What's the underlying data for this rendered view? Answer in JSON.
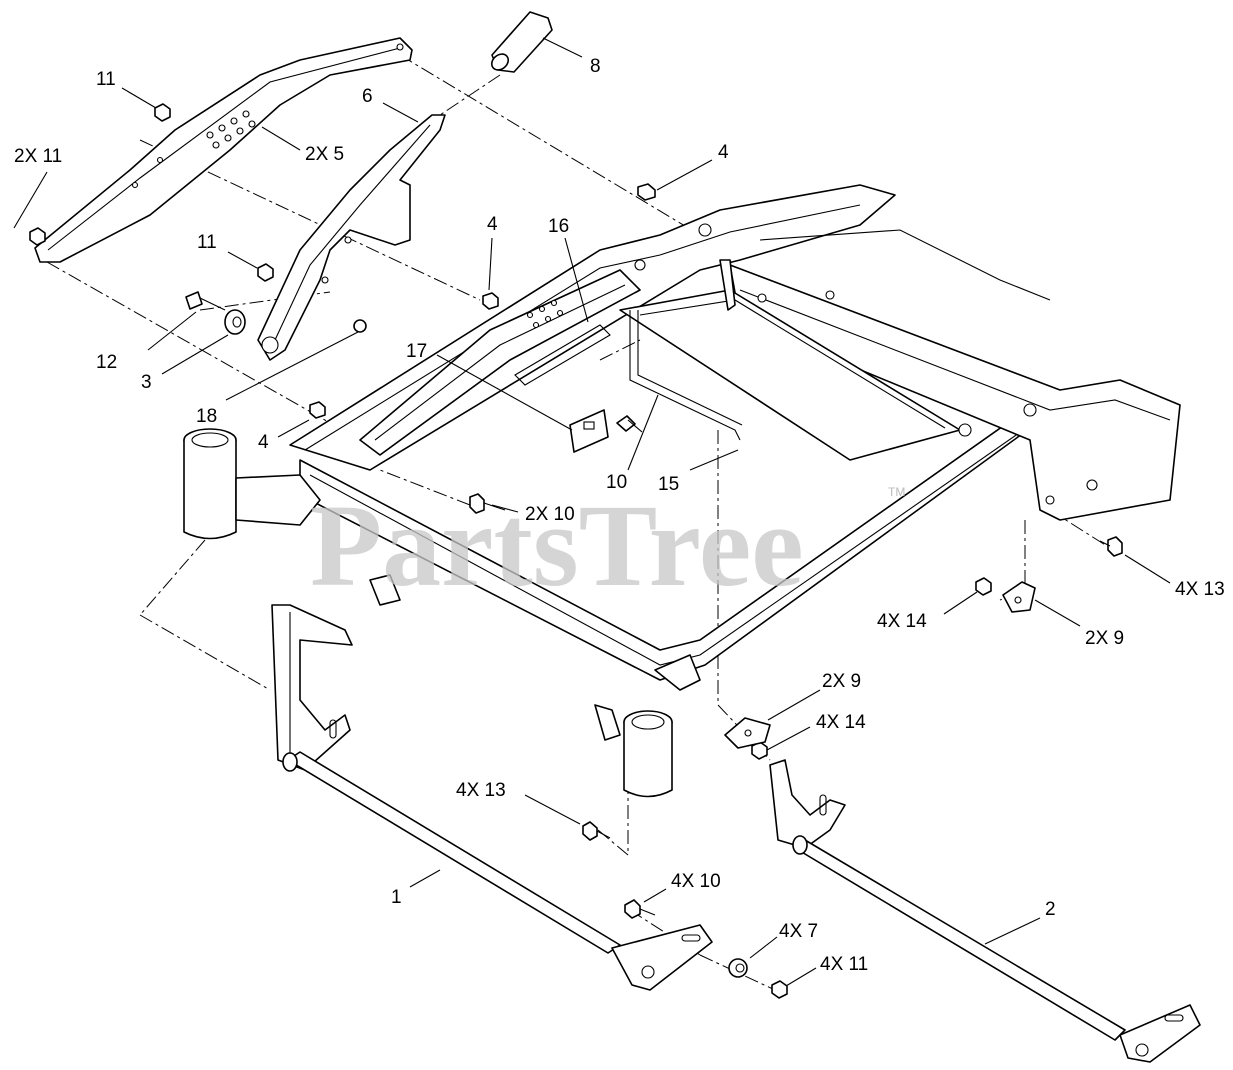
{
  "watermark": {
    "text": "PartsTree",
    "mark": "TM"
  },
  "callouts": {
    "c1": "1",
    "c2": "2",
    "c3": "3",
    "c4a": "4",
    "c4b": "4",
    "c4c": "4",
    "c6": "6",
    "c8": "8",
    "c10": "10",
    "c11a": "11",
    "c11b": "11",
    "c12": "12",
    "c15": "15",
    "c16": "16",
    "c17": "17",
    "c18": "18",
    "c2x11": "2X 11",
    "c2x5": "2X 5",
    "c2x10": "2X 10",
    "c4x13a": "4X 13",
    "c4x13b": "4X 13",
    "c4x14a": "4X 14",
    "c4x14b": "4X 14",
    "c2x9a": "2X 9",
    "c2x9b": "2X 9",
    "c4x10": "4X 10",
    "c4x7": "4X 7",
    "c4x11": "4X 11"
  }
}
